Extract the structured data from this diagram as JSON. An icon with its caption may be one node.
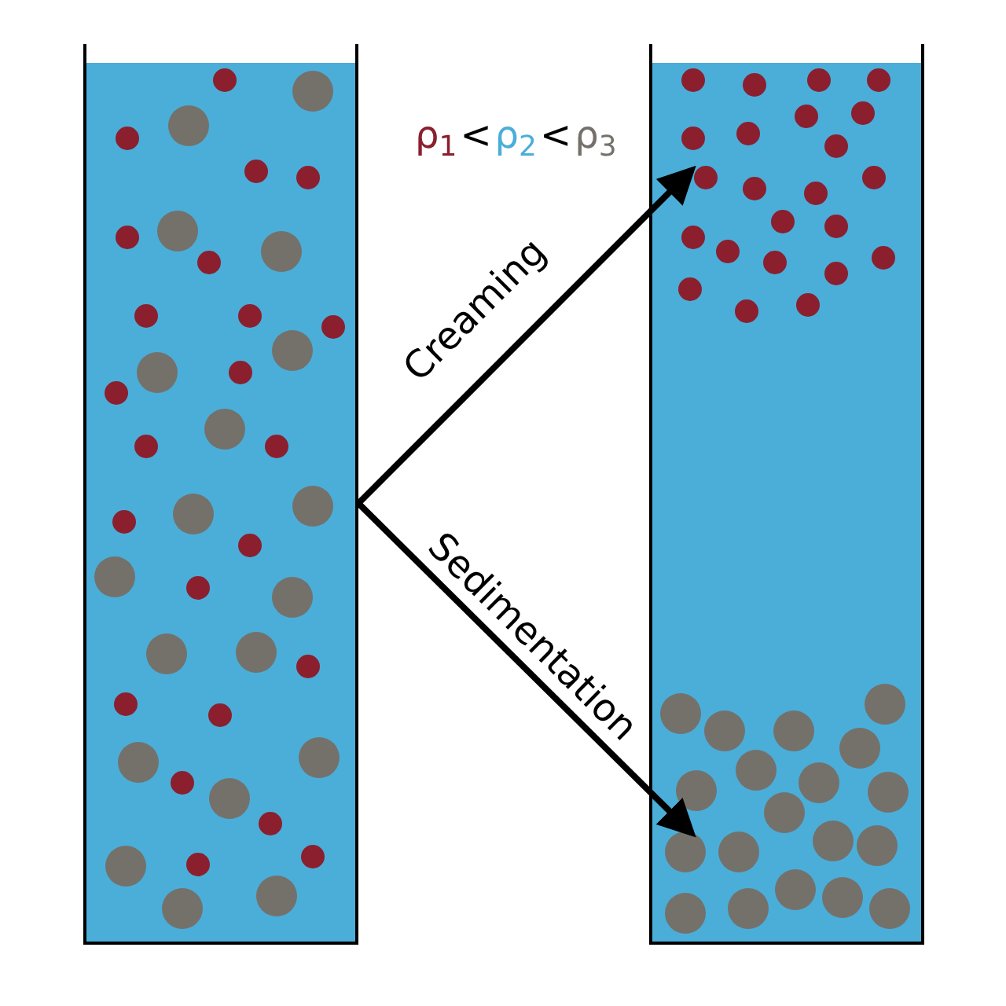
{
  "diagram": {
    "nodes": [
      {
        "text": [],
        "shape": "box"
      },
      {
        "text": [],
        "shape": "box"
      }
    ],
    "edges": [
      {
        "from": 0,
        "to": 1,
        "arrow": "to",
        "label": "Creaming"
      },
      {
        "from": 0,
        "to": 1,
        "arrow": "to",
        "label": "Sedimentation"
      }
    ],
    "labels": [
      "ρ$_{1}$",
      "<",
      "ρ$_{2}$",
      "<",
      "ρ$_{3}$"
    ]
  }
}
